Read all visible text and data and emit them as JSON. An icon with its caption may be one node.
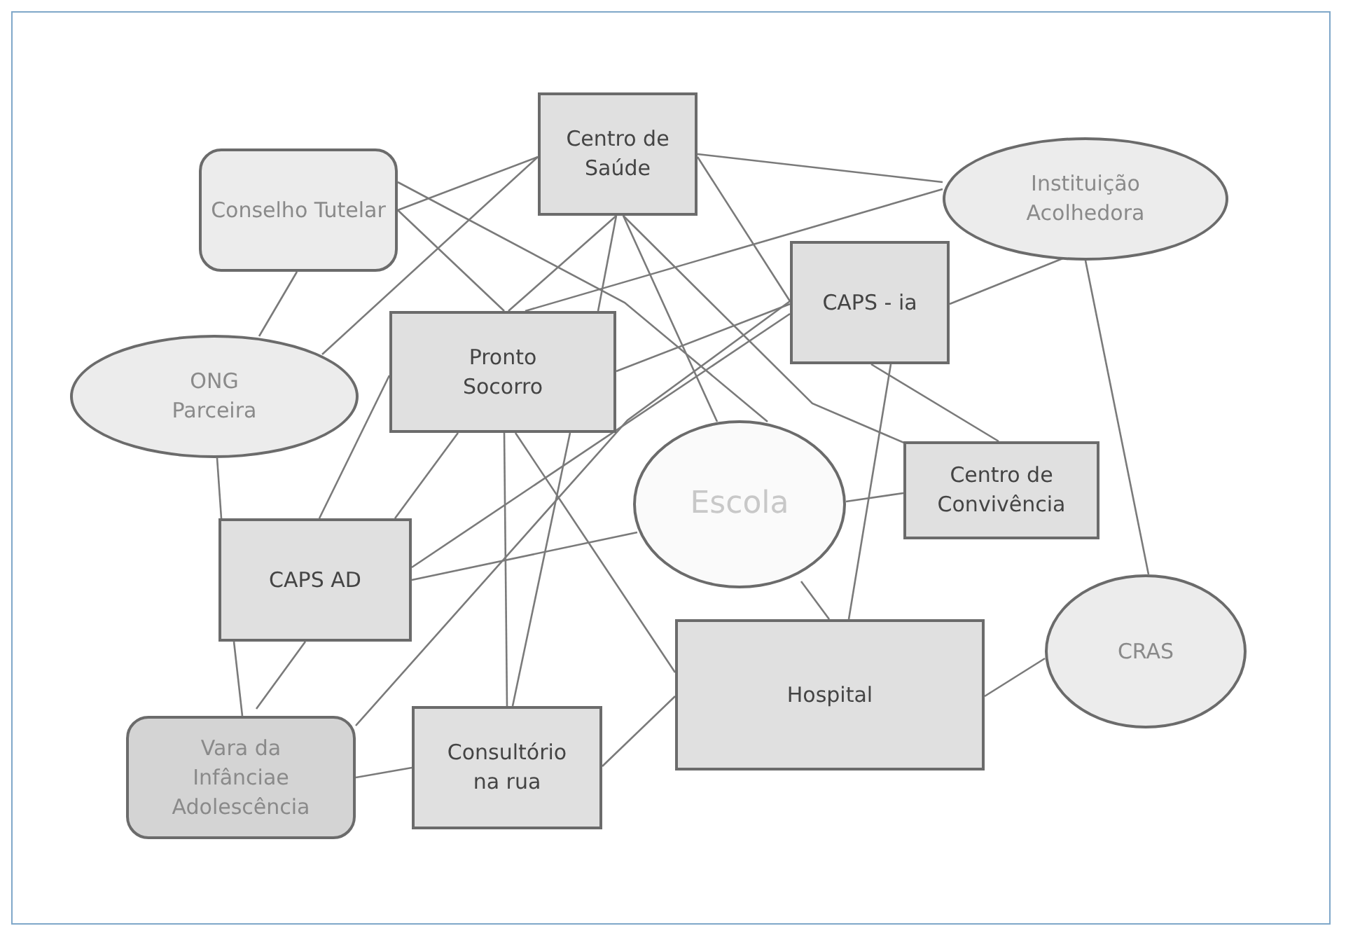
{
  "diagram": {
    "nodes": [
      {
        "text": [
          "Centro de Saúde"
        ]
      },
      {
        "text": [
          "Conselho Tutelar"
        ]
      },
      {
        "text": [
          "Instituição Acolhedora"
        ]
      },
      {
        "text": [
          "CAPS - ia"
        ]
      },
      {
        "text": [
          "ONG Parceira"
        ]
      },
      {
        "text": [
          "Pronto Socorro"
        ]
      },
      {
        "text": [
          "Escola"
        ]
      },
      {
        "text": [
          "Centro de Convivência"
        ]
      },
      {
        "text": [
          "CAPS AD"
        ]
      },
      {
        "text": [
          "CRAS"
        ]
      },
      {
        "text": [
          "Hospital"
        ]
      },
      {
        "text": [
          "Vara da Infânciae Adolescência"
        ]
      },
      {
        "text": [
          "Consultório na rua"
        ]
      }
    ],
    "edges": [
      {
        "from": 1,
        "to": 0,
        "arrow": "none"
      },
      {
        "from": 1,
        "to": 5,
        "arrow": "none"
      },
      {
        "from": 1,
        "to": 6,
        "arrow": "none"
      },
      {
        "from": 1,
        "to": 4,
        "arrow": "none"
      },
      {
        "from": 4,
        "to": 0,
        "arrow": "none"
      },
      {
        "from": 0,
        "to": 5,
        "arrow": "none"
      },
      {
        "from": 0,
        "to": 5,
        "arrow": "none"
      },
      {
        "from": 0,
        "to": 6,
        "arrow": "none"
      },
      {
        "from": 0,
        "to": 7,
        "arrow": "none"
      },
      {
        "from": 0,
        "to": 3,
        "arrow": "none"
      },
      {
        "from": 0,
        "to": 2,
        "arrow": "none"
      },
      {
        "from": 2,
        "to": 5,
        "arrow": "none"
      },
      {
        "from": 2,
        "to": 3,
        "arrow": "none"
      },
      {
        "from": 2,
        "to": 9,
        "arrow": "none"
      },
      {
        "from": 3,
        "to": 5,
        "arrow": "none"
      },
      {
        "from": 3,
        "to": 8,
        "arrow": "none"
      },
      {
        "from": 3,
        "to": 11,
        "arrow": "none"
      },
      {
        "from": 3,
        "to": 10,
        "arrow": "none"
      },
      {
        "from": 3,
        "to": 7,
        "arrow": "none"
      },
      {
        "from": 6,
        "to": 7,
        "arrow": "none"
      },
      {
        "from": 6,
        "to": 10,
        "arrow": "none"
      },
      {
        "from": 8,
        "to": 6,
        "arrow": "none"
      },
      {
        "from": 4,
        "to": 8,
        "arrow": "none"
      },
      {
        "from": 8,
        "to": 11,
        "arrow": "none"
      },
      {
        "from": 8,
        "to": 11,
        "arrow": "none"
      },
      {
        "from": 5,
        "to": 8,
        "arrow": "none"
      },
      {
        "from": 5,
        "to": 8,
        "arrow": "none"
      },
      {
        "from": 5,
        "to": 12,
        "arrow": "none"
      },
      {
        "from": 5,
        "to": 12,
        "arrow": "none"
      },
      {
        "from": 5,
        "to": 10,
        "arrow": "none"
      },
      {
        "from": 11,
        "to": 12,
        "arrow": "none"
      },
      {
        "from": 12,
        "to": 10,
        "arrow": "none"
      },
      {
        "from": 10,
        "to": 9,
        "arrow": "none"
      }
    ]
  }
}
